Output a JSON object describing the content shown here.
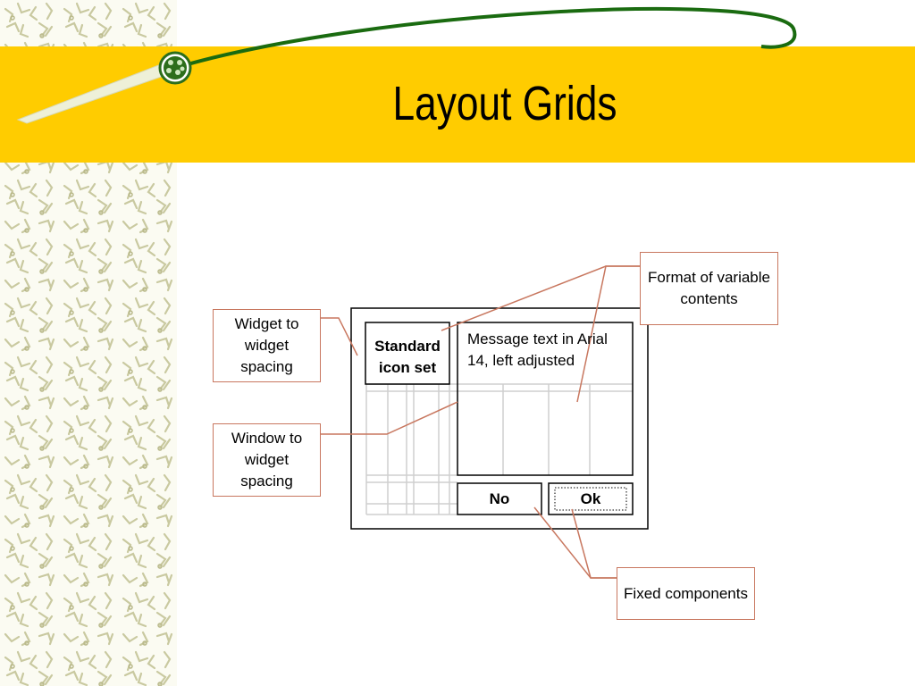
{
  "slide": {
    "title": "Layout Grids"
  },
  "mockup": {
    "icon_set_label": "Standard icon set",
    "message_text": "Message text in Arial 14, left adjusted",
    "no_button": "No",
    "ok_button": "Ok"
  },
  "callouts": {
    "widget_spacing": "Widget to widget spacing",
    "window_spacing": "Window to widget spacing",
    "variable_contents": "Format of variable contents",
    "fixed_components": "Fixed components"
  },
  "colors": {
    "title_band": "#ffcc00",
    "callout_line": "#c8775f",
    "grid_line": "#cfcfcf",
    "swoosh_line": "#1a6b10",
    "bead": "#2d6e1c"
  },
  "icons": {
    "bead": "green-bead-icon"
  }
}
